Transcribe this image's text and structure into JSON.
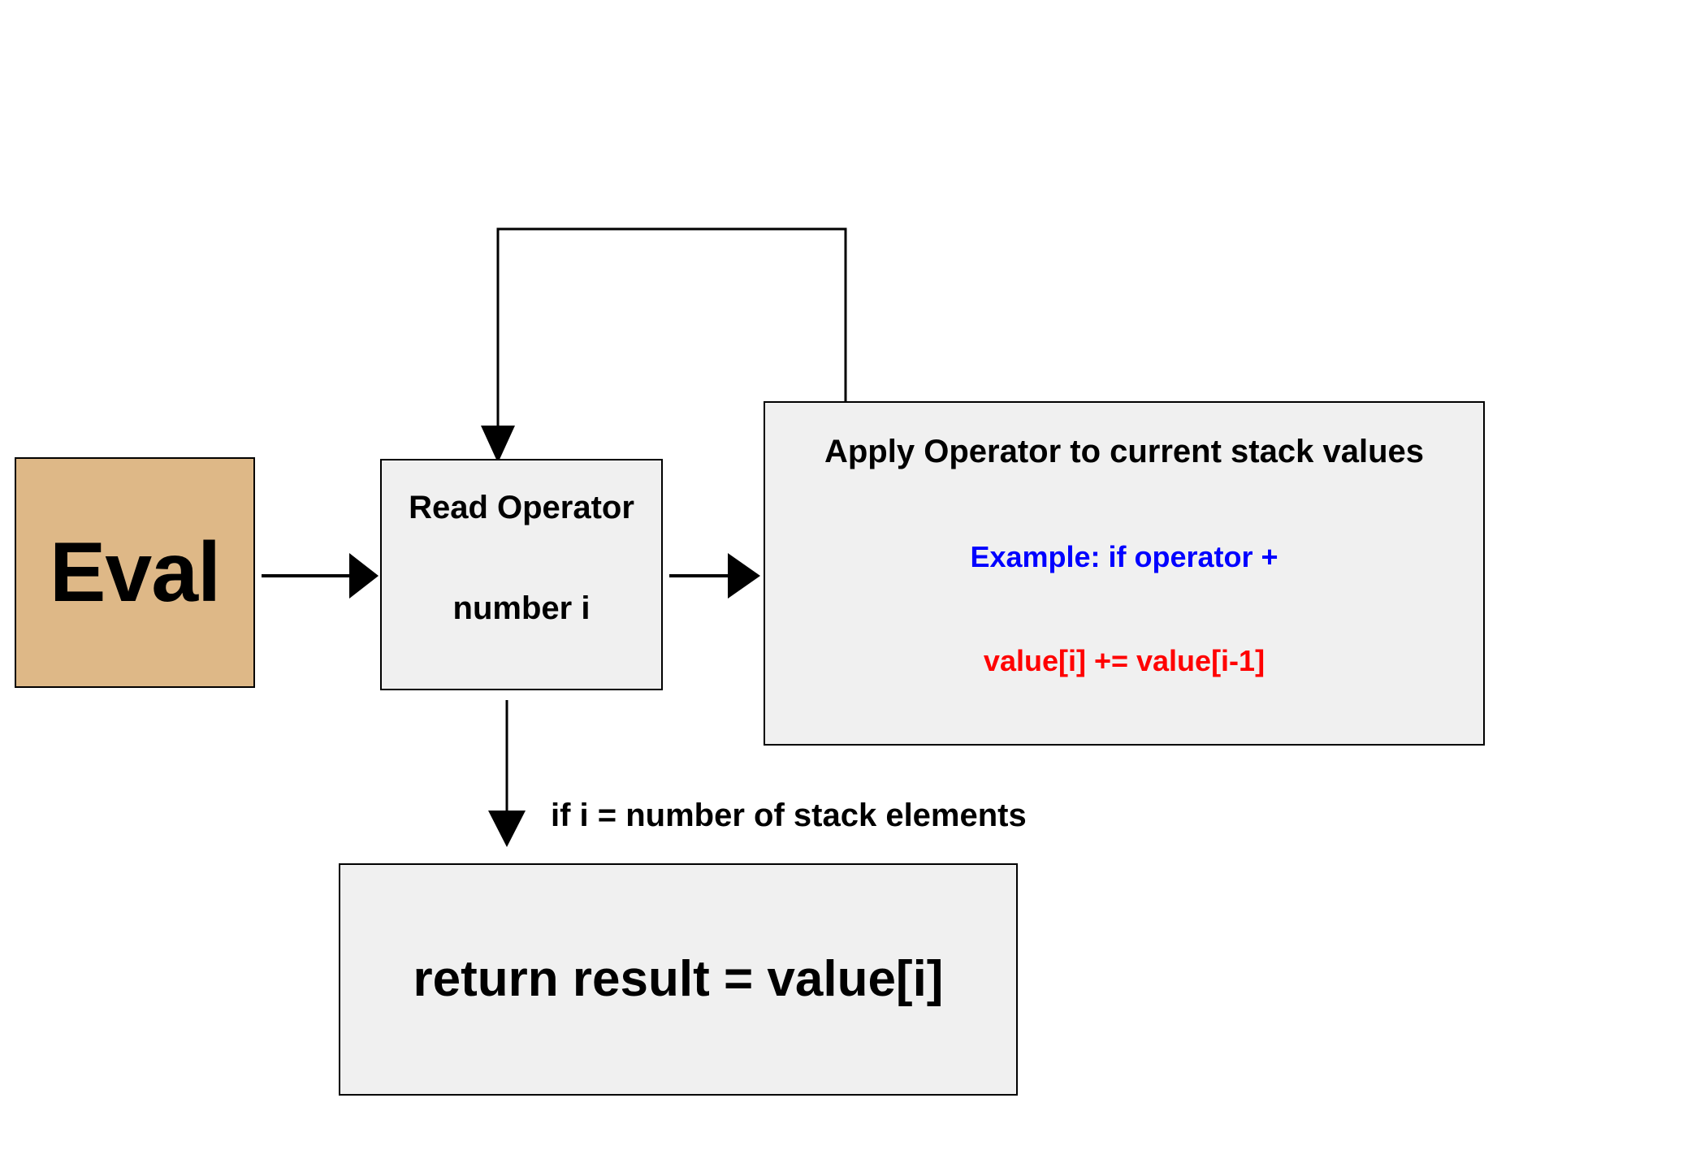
{
  "diagram": {
    "title": "Eval flowchart",
    "background": "#ffffff",
    "colors": {
      "start_fill": "#deb887",
      "process_fill": "#f0f0f0",
      "stroke": "#000000",
      "shadow": "#000000",
      "accent_blue": "#0000ff",
      "accent_red": "#ff0000"
    },
    "nodes": {
      "eval": {
        "label": "Eval"
      },
      "read_operator": {
        "line1": "Read Operator",
        "line2": "number i"
      },
      "apply_operator": {
        "title": "Apply Operator to current stack values",
        "example": "Example: if operator +",
        "expression": "value[i] += value[i-1]"
      },
      "return_result": {
        "label": "return result = value[i]"
      }
    },
    "edges": {
      "eval_to_read": {
        "label": "",
        "arrow": "arrow-right-icon"
      },
      "read_to_apply": {
        "label": "",
        "arrow": "arrow-right-icon"
      },
      "read_to_return": {
        "label": "if i = number of stack elements",
        "arrow": "arrow-down-icon"
      },
      "apply_to_read_loop": {
        "label": "",
        "arrow": "arrow-down-icon"
      }
    }
  }
}
